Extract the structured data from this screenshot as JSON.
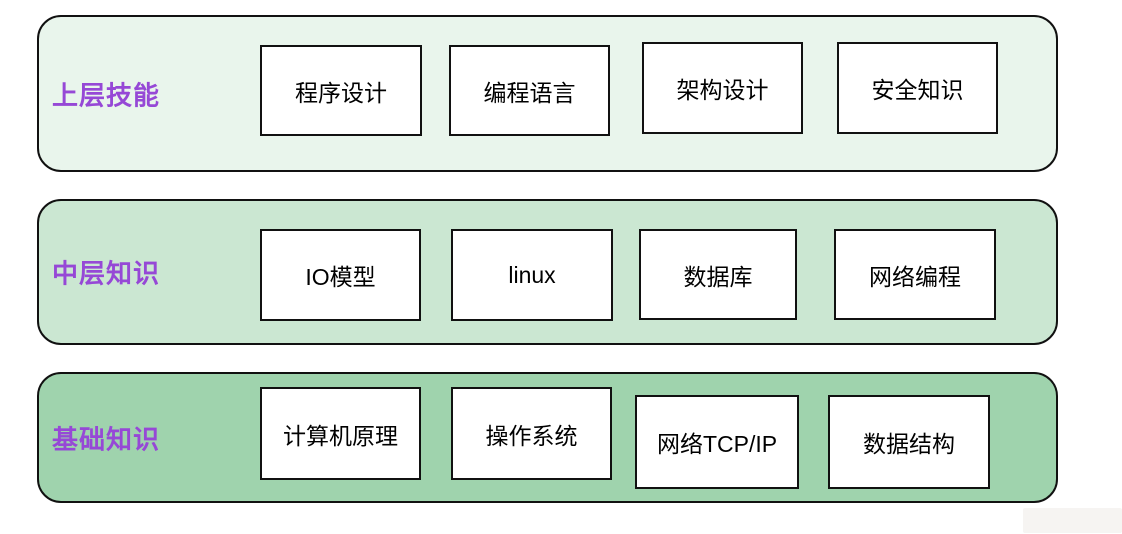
{
  "layers": [
    {
      "label": "上层技能",
      "bg_color": "#e9f5ec",
      "items": [
        "程序设计",
        "编程语言",
        "架构设计",
        "安全知识"
      ]
    },
    {
      "label": "中层知识",
      "bg_color": "#cbe7d2",
      "items": [
        "IO模型",
        "linux",
        "数据库",
        "网络编程"
      ]
    },
    {
      "label": "基础知识",
      "bg_color": "#9fd3ad",
      "items": [
        "计算机原理",
        "操作系统",
        "网络TCP/IP",
        "数据结构"
      ]
    }
  ],
  "colors": {
    "label_text": "#9648d6",
    "layer_border": "#111111",
    "box_border": "#111111",
    "box_bg": "#ffffff",
    "layer_top_bg": "#e9f5ec",
    "layer_middle_bg": "#cbe7d2",
    "layer_bottom_bg": "#9fd3ad"
  }
}
